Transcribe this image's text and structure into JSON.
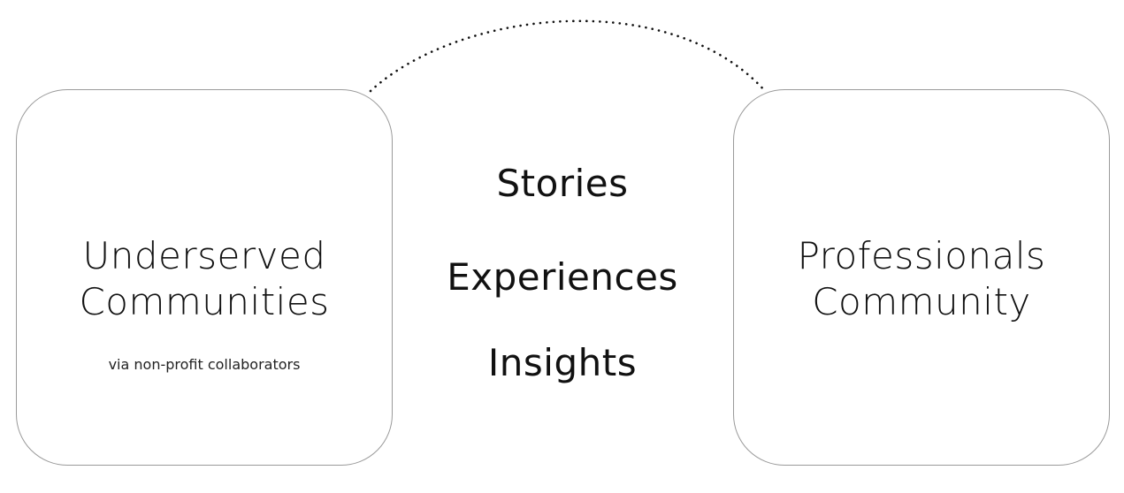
{
  "left_box": {
    "title_line_1": "Underserved",
    "title_line_2": "Communities",
    "subtitle": "via non-profit collaborators"
  },
  "right_box": {
    "title_line_1": "Professionals",
    "title_line_2": "Community"
  },
  "middle_items": [
    "Stories",
    "Experiences",
    "Insights"
  ]
}
